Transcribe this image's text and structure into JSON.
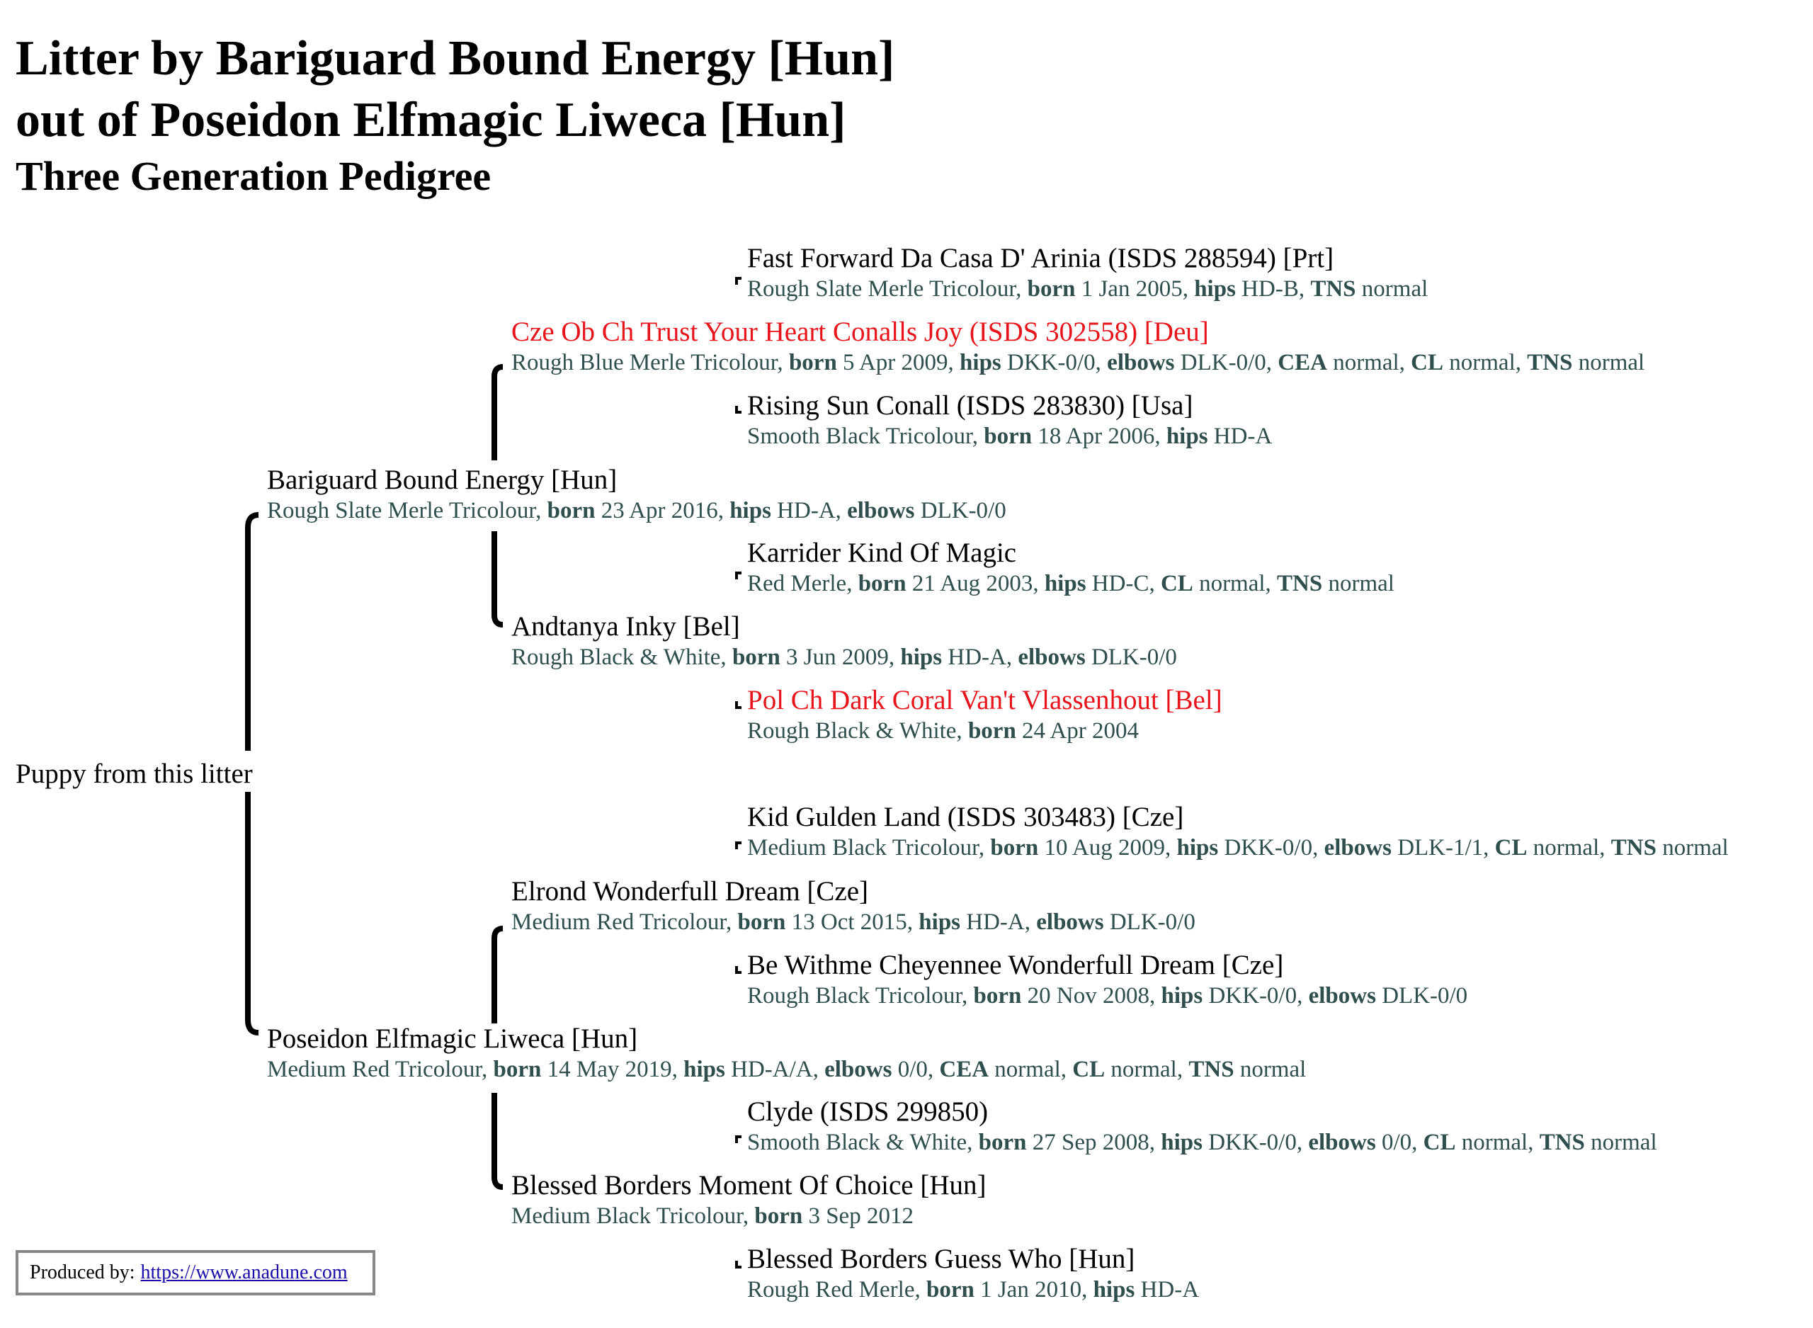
{
  "header": {
    "line1": "Litter by Bariguard Bound Energy [Hun]",
    "line2": "out of Poseidon Elfmagic Liweca [Hun]",
    "line3": "Three Generation Pedigree"
  },
  "puppy_label": "Puppy from this litter",
  "colors": {
    "champion": "#e8141b",
    "info_text": "#2f4f4f",
    "link": "#1a0dab"
  },
  "pedigree": {
    "sire": {
      "name": "Bariguard Bound Energy [Hun]",
      "info": [
        [
          "",
          "Rough Slate Merle Tricolour, "
        ],
        [
          "born",
          " 23 Apr 2016, "
        ],
        [
          "hips",
          " HD-A, "
        ],
        [
          "elbows",
          " DLK-0/0"
        ]
      ]
    },
    "sire_sire": {
      "name": "Cze Ob Ch Trust Your Heart Conalls Joy (ISDS 302558) [Deu]",
      "info": [
        [
          "",
          "Rough Blue Merle Tricolour, "
        ],
        [
          "born",
          " 5 Apr 2009, "
        ],
        [
          "hips",
          " DKK-0/0, "
        ],
        [
          "elbows",
          " DLK-0/0, "
        ],
        [
          "CEA",
          " normal, "
        ],
        [
          "CL",
          " normal, "
        ],
        [
          "TNS",
          " normal"
        ]
      ]
    },
    "sire_sire_sire": {
      "name": "Fast Forward Da Casa D' Arinia (ISDS 288594) [Prt]",
      "info": [
        [
          "",
          "Rough Slate Merle Tricolour, "
        ],
        [
          "born",
          " 1 Jan 2005, "
        ],
        [
          "hips",
          " HD-B, "
        ],
        [
          "TNS",
          " normal"
        ]
      ]
    },
    "sire_sire_dam": {
      "name": "Rising Sun Conall (ISDS 283830) [Usa]",
      "info": [
        [
          "",
          "Smooth Black Tricolour, "
        ],
        [
          "born",
          " 18 Apr 2006, "
        ],
        [
          "hips",
          " HD-A"
        ]
      ]
    },
    "sire_dam": {
      "name": "Andtanya Inky [Bel]",
      "info": [
        [
          "",
          "Rough Black & White, "
        ],
        [
          "born",
          " 3 Jun 2009, "
        ],
        [
          "hips",
          " HD-A, "
        ],
        [
          "elbows",
          " DLK-0/0"
        ]
      ]
    },
    "sire_dam_sire": {
      "name": "Karrider Kind Of Magic",
      "info": [
        [
          "",
          "Red Merle, "
        ],
        [
          "born",
          " 21 Aug 2003, "
        ],
        [
          "hips",
          " HD-C, "
        ],
        [
          "CL",
          " normal, "
        ],
        [
          "TNS",
          " normal"
        ]
      ]
    },
    "sire_dam_dam": {
      "name": "Pol Ch Dark Coral Van't Vlassenhout [Bel]",
      "info": [
        [
          "",
          "Rough Black & White, "
        ],
        [
          "born",
          " 24 Apr 2004"
        ]
      ]
    },
    "dam": {
      "name": "Poseidon Elfmagic Liweca [Hun]",
      "info": [
        [
          "",
          "Medium Red Tricolour, "
        ],
        [
          "born",
          " 14 May 2019, "
        ],
        [
          "hips",
          " HD-A/A, "
        ],
        [
          "elbows",
          " 0/0, "
        ],
        [
          "CEA",
          " normal, "
        ],
        [
          "CL",
          " normal, "
        ],
        [
          "TNS",
          " normal"
        ]
      ]
    },
    "dam_sire": {
      "name": "Elrond Wonderfull Dream [Cze]",
      "info": [
        [
          "",
          "Medium Red Tricolour, "
        ],
        [
          "born",
          " 13 Oct 2015, "
        ],
        [
          "hips",
          " HD-A, "
        ],
        [
          "elbows",
          " DLK-0/0"
        ]
      ]
    },
    "dam_sire_sire": {
      "name": "Kid Gulden Land (ISDS 303483) [Cze]",
      "info": [
        [
          "",
          "Medium Black Tricolour, "
        ],
        [
          "born",
          " 10 Aug 2009, "
        ],
        [
          "hips",
          " DKK-0/0, "
        ],
        [
          "elbows",
          " DLK-1/1, "
        ],
        [
          "CL",
          " normal, "
        ],
        [
          "TNS",
          " normal"
        ]
      ]
    },
    "dam_sire_dam": {
      "name": "Be Withme Cheyennee Wonderfull Dream [Cze]",
      "info": [
        [
          "",
          "Rough Black Tricolour, "
        ],
        [
          "born",
          " 20 Nov 2008, "
        ],
        [
          "hips",
          " DKK-0/0, "
        ],
        [
          "elbows",
          " DLK-0/0"
        ]
      ]
    },
    "dam_dam": {
      "name": "Blessed Borders Moment Of Choice [Hun]",
      "info": [
        [
          "",
          "Medium Black Tricolour, "
        ],
        [
          "born",
          " 3 Sep 2012"
        ]
      ]
    },
    "dam_dam_sire": {
      "name": "Clyde (ISDS 299850)",
      "info": [
        [
          "",
          "Smooth Black & White, "
        ],
        [
          "born",
          " 27 Sep 2008, "
        ],
        [
          "hips",
          " DKK-0/0, "
        ],
        [
          "elbows",
          " 0/0, "
        ],
        [
          "CL",
          " normal, "
        ],
        [
          "TNS",
          " normal"
        ]
      ]
    },
    "dam_dam_dam": {
      "name": "Blessed Borders Guess Who [Hun]",
      "info": [
        [
          "",
          "Rough Red Merle, "
        ],
        [
          "born",
          " 1 Jan 2010, "
        ],
        [
          "hips",
          " HD-A"
        ]
      ]
    }
  },
  "footer": {
    "produced_label": "Produced by:",
    "link_text": "https://www.anadune.com"
  }
}
